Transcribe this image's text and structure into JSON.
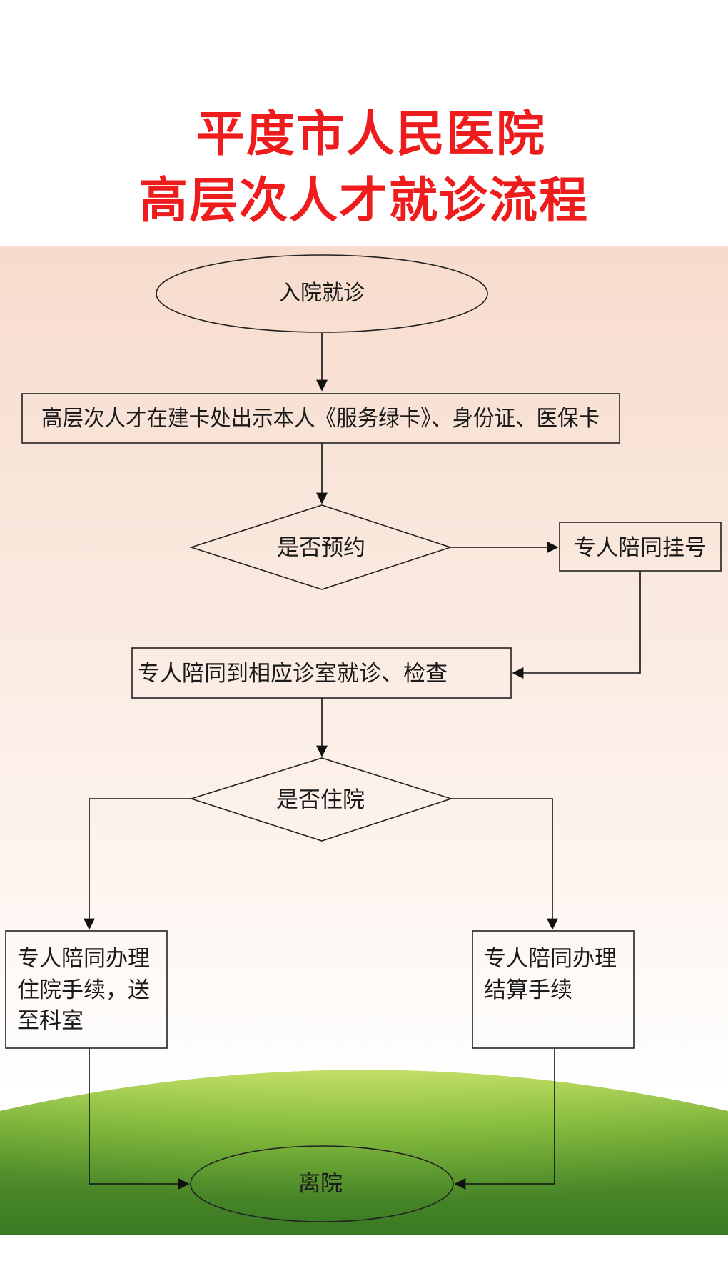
{
  "header": {
    "title_line1": "平度市人民医院",
    "title_line2": "高层次人才就诊流程"
  },
  "flow": {
    "start": "入院就诊",
    "step_card": "高层次人才在建卡处出示本人《服务绿卡》、身份证、医保卡",
    "decision_appointment": "是否预约",
    "escort_register": "专人陪同挂号",
    "escort_clinic": "专人陪同到相应诊室就诊、检查",
    "decision_hospitalize": "是否住院",
    "admission_lines": [
      "专人陪同办理",
      "住院手续，送",
      "至科室"
    ],
    "settlement_lines": [
      "专人陪同办理",
      "结算手续"
    ],
    "end": "离院"
  },
  "colors": {
    "title": "#ee1c1c",
    "stroke": "#222222",
    "grass": "#7cb342"
  }
}
